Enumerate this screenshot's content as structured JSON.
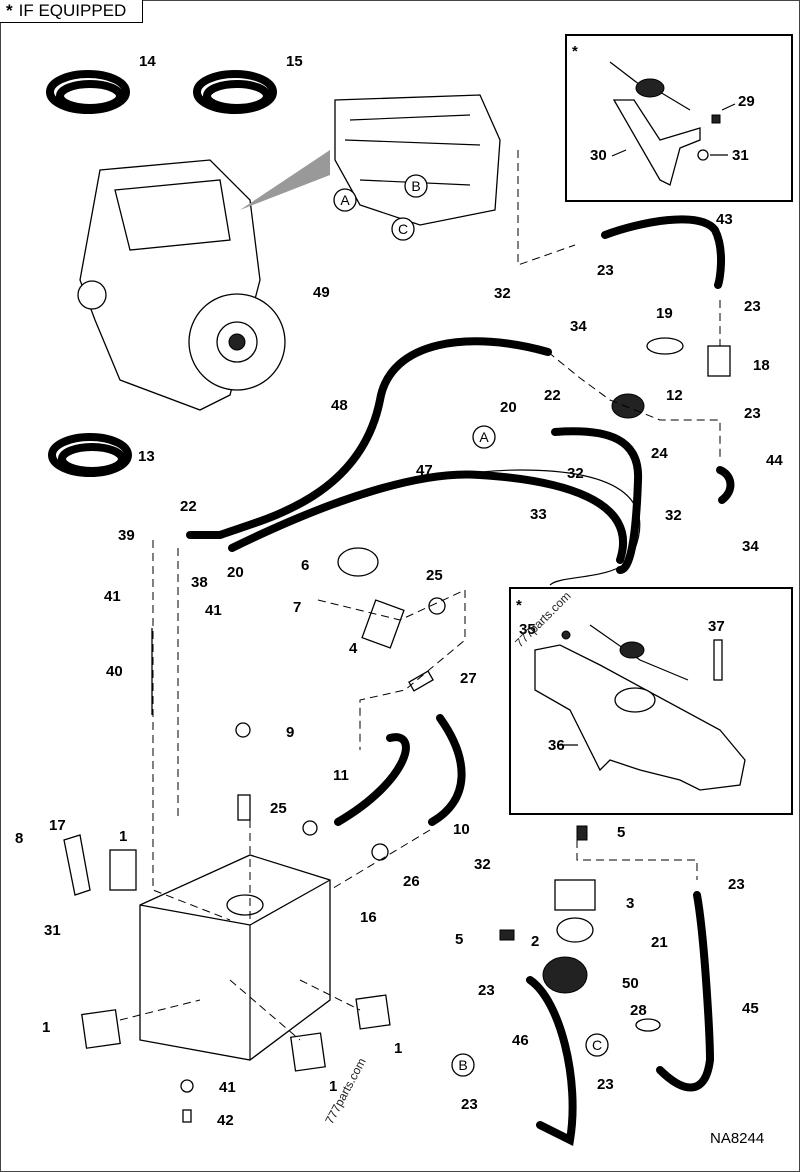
{
  "legend": {
    "symbol": "*",
    "text": "IF EQUIPPED"
  },
  "drawing_id": "NA8244",
  "watermarks": [
    "777parts.com",
    "777parts.com"
  ],
  "insets": [
    {
      "marker": "*",
      "callouts": [
        "29",
        "30",
        "31"
      ]
    },
    {
      "marker": "*",
      "callouts": [
        "35",
        "36",
        "37"
      ]
    }
  ],
  "ref_circles": [
    "A",
    "B",
    "C",
    "A",
    "B",
    "C"
  ],
  "callouts": {
    "c14": "14",
    "c15": "15",
    "c13": "13",
    "c49": "49",
    "c29": "29",
    "c30": "30",
    "c31a": "31",
    "c43": "43",
    "c23a": "23",
    "c23b": "23",
    "c32a": "32",
    "c34a": "34",
    "c19": "19",
    "c18": "18",
    "c23c": "23",
    "c22a": "22",
    "c12": "12",
    "c48": "48",
    "c20a": "20",
    "c24": "24",
    "c44": "44",
    "c32b": "32",
    "c33": "33",
    "c32c": "32",
    "c34b": "34",
    "c47": "47",
    "c22b": "22",
    "c39": "39",
    "c38": "38",
    "c20b": "20",
    "c41a": "41",
    "c41b": "41",
    "c40": "40",
    "c6": "6",
    "c25a": "25",
    "c7": "7",
    "c4": "4",
    "c27": "27",
    "c35": "35",
    "c37": "37",
    "c36": "36",
    "c9": "9",
    "c11": "11",
    "c25b": "25",
    "c10": "10",
    "c26": "26",
    "c17": "17",
    "c8": "8",
    "c1a": "1",
    "c31b": "31",
    "c16": "16",
    "c1b": "1",
    "c1c": "1",
    "c1d": "1",
    "c41c": "41",
    "c42": "42",
    "c5a": "5",
    "c32d": "32",
    "c3": "3",
    "c2": "2",
    "c21": "21",
    "c5b": "5",
    "c23d": "23",
    "c50": "50",
    "c28": "28",
    "c45": "45",
    "c46": "46",
    "c23e": "23",
    "c23f": "23",
    "c23g": "23"
  }
}
